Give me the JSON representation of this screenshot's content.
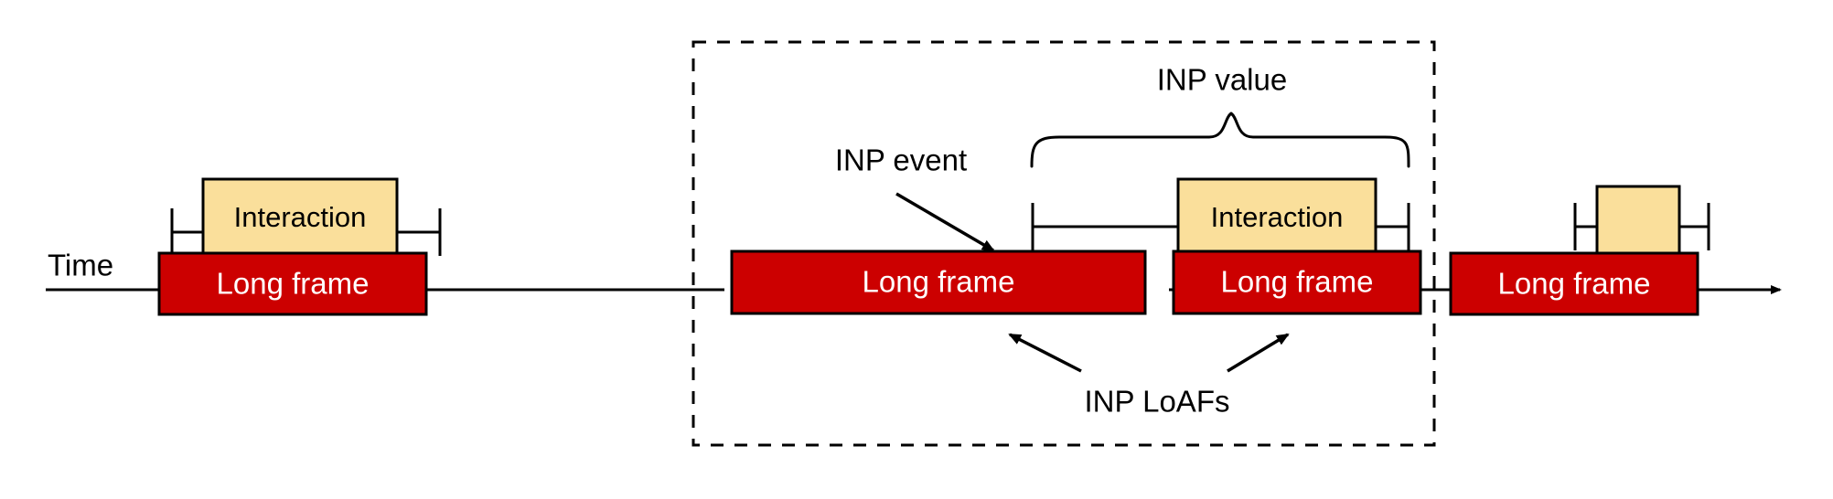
{
  "diagram": {
    "title": "INP value and INP LoAFs timeline",
    "type": "timeline",
    "colors": {
      "long_frame_fill": "#CC0000",
      "long_frame_stroke": "#000000",
      "long_frame_text": "#FFFFFF",
      "interaction_fill": "#FADF9B",
      "interaction_stroke": "#000000",
      "interaction_text": "#000000",
      "line": "#000000",
      "background": "#FFFFFF"
    },
    "axis": {
      "label": "Time",
      "arrow_direction": "right"
    },
    "annotations": {
      "inp_value": "INP value",
      "inp_event": "INP event",
      "inp_loafs": "INP LoAFs"
    },
    "groups": [
      {
        "id": "group-left",
        "inside_inp_region": false,
        "long_frames": [
          {
            "label": "Long frame"
          }
        ],
        "interactions": [
          {
            "label": "Interaction",
            "has_duration_bracket": true
          }
        ]
      },
      {
        "id": "group-middle",
        "inside_inp_region": true,
        "long_frames": [
          {
            "label": "Long frame"
          },
          {
            "label": "Long frame"
          }
        ],
        "interactions": [
          {
            "label": "Interaction",
            "has_duration_bracket": true
          }
        ]
      },
      {
        "id": "group-right",
        "inside_inp_region": false,
        "long_frames": [
          {
            "label": "Long frame"
          }
        ],
        "interactions": [
          {
            "label": "",
            "has_duration_bracket": true
          }
        ]
      }
    ],
    "inp_region": {
      "label": "INP value",
      "style": "dashed-rectangle",
      "contains": [
        "Long frame",
        "Long frame",
        "Interaction"
      ]
    }
  }
}
